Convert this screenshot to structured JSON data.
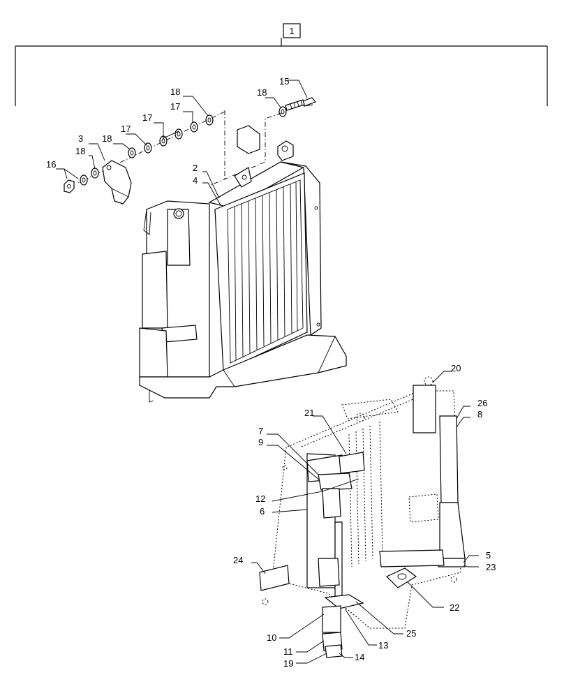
{
  "assembly_label": "1",
  "callouts": [
    {
      "id": "c15",
      "text": "15"
    },
    {
      "id": "c18a",
      "text": "18"
    },
    {
      "id": "c18b",
      "text": "18"
    },
    {
      "id": "c17a",
      "text": "17"
    },
    {
      "id": "c17b",
      "text": "17"
    },
    {
      "id": "c17c",
      "text": "17"
    },
    {
      "id": "c3",
      "text": "3"
    },
    {
      "id": "c18c",
      "text": "18"
    },
    {
      "id": "c18d",
      "text": "18"
    },
    {
      "id": "c16",
      "text": "16"
    },
    {
      "id": "c2",
      "text": "2"
    },
    {
      "id": "c4",
      "text": "4"
    },
    {
      "id": "c20",
      "text": "20"
    },
    {
      "id": "c26",
      "text": "26"
    },
    {
      "id": "c8",
      "text": "8"
    },
    {
      "id": "c21",
      "text": "21"
    },
    {
      "id": "c7",
      "text": "7"
    },
    {
      "id": "c9",
      "text": "9"
    },
    {
      "id": "c12",
      "text": "12"
    },
    {
      "id": "c6",
      "text": "6"
    },
    {
      "id": "c5",
      "text": "5"
    },
    {
      "id": "c23",
      "text": "23"
    },
    {
      "id": "c24",
      "text": "24"
    },
    {
      "id": "c22",
      "text": "22"
    },
    {
      "id": "c25",
      "text": "25"
    },
    {
      "id": "c10",
      "text": "10"
    },
    {
      "id": "c13",
      "text": "13"
    },
    {
      "id": "c11",
      "text": "11"
    },
    {
      "id": "c14",
      "text": "14"
    },
    {
      "id": "c19",
      "text": "19"
    }
  ]
}
